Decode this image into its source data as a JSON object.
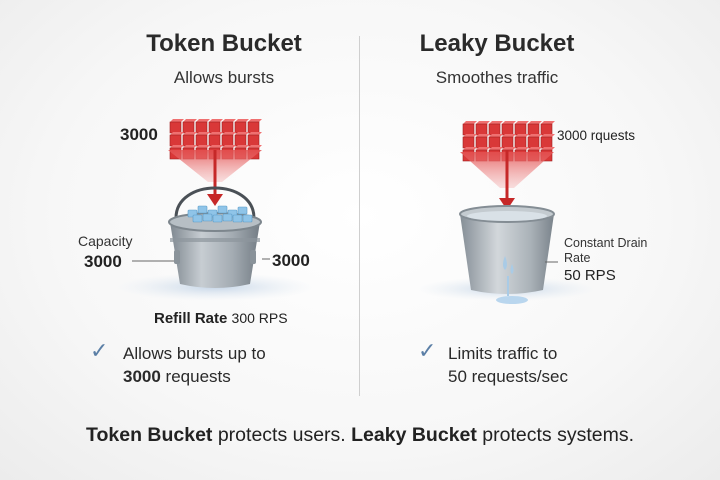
{
  "left": {
    "title": "Token Bucket",
    "subtitle": "Allows bursts",
    "incoming_label": "3000",
    "capacity_label": "Capacity",
    "capacity_value": "3000",
    "side_value": "3000",
    "refill_label": "Refill Rate",
    "refill_value": "300 RPS",
    "bullet_line1": "Allows bursts up to",
    "bullet_bold": "3000",
    "bullet_rest": " requests"
  },
  "right": {
    "title": "Leaky Bucket",
    "subtitle": "Smoothes traffic",
    "incoming_label": "3000 rquests",
    "drain_label_line1": "Constant Drain",
    "drain_label_line2": "Rate",
    "drain_value": "50 RPS",
    "bullet_line1": "Limits traffic to",
    "bullet_line2": "50 requests/sec"
  },
  "footer": {
    "part1_bold": "Token Bucket",
    "part1_rest": " protects users. ",
    "part2_bold": "Leaky Bucket",
    "part2_rest": " protects systems."
  },
  "icons": {
    "check": "check-icon",
    "request-blocks": "red-cube-grid",
    "bucket": "metal-bucket"
  },
  "colors": {
    "request_red": "#d93838",
    "arrow_red": "#c62828",
    "token_blue": "#8fc4e8",
    "bucket_gray": "#9aa3ab",
    "check_blue": "#5b7fa6"
  }
}
